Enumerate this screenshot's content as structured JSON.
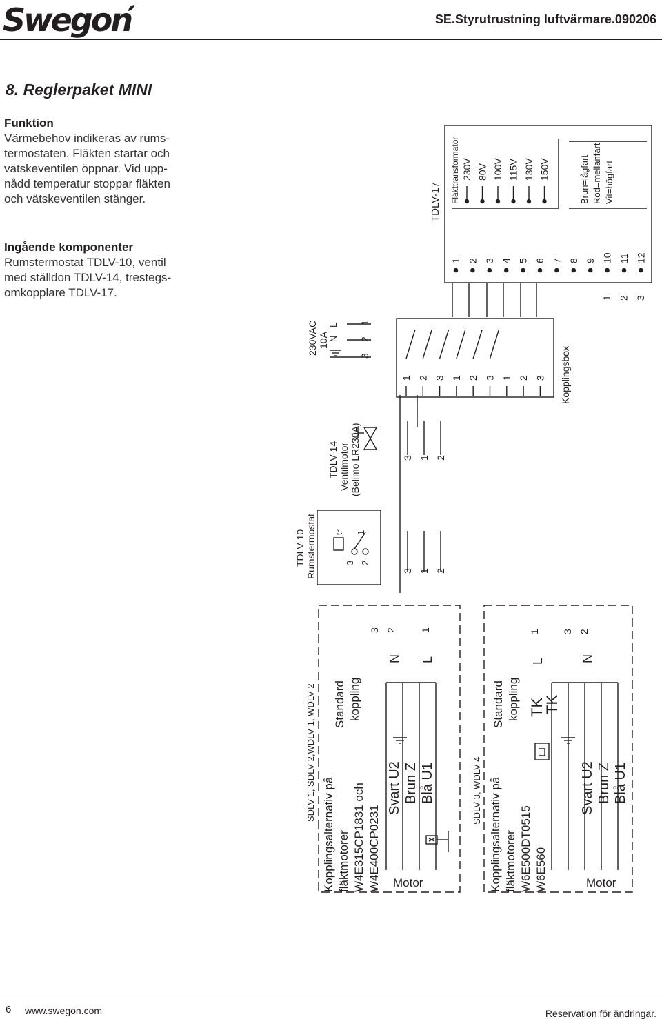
{
  "header": {
    "logo": "Swegon",
    "doc_code": "SE.Styrutrustning luftvärmare.090206"
  },
  "section": {
    "title": "8. Reglerpaket MINI"
  },
  "funktion": {
    "heading": "Funktion",
    "lines": [
      "Värmebehov indikeras av rums-",
      "termostaten. Fläkten startar och",
      "vätskeventilen öppnar. Vid upp-",
      "nådd temperatur stoppar fläkten",
      "och vätskeventilen stänger."
    ]
  },
  "ingaende": {
    "heading": "Ingående komponenter",
    "lines": [
      "Rumstermostat TDLV-10, ventil",
      "med ställdon TDLV-14, trestegs-",
      "omkopplare TDLV-17."
    ]
  },
  "diagram": {
    "tdlv17": {
      "label": "TDLV-17",
      "transformer_title": "Fläkttransformator",
      "voltages": [
        "230V",
        "80V",
        "100V",
        "115V",
        "130V",
        "150V"
      ],
      "colors_text": [
        "Brun=lågfart",
        "Röd=mellanfart",
        "Vit=högfart"
      ],
      "terminals": [
        "1",
        "2",
        "3",
        "4",
        "5",
        "6",
        "7",
        "8",
        "9",
        "10",
        "11",
        "12"
      ],
      "out_terminals": [
        "1",
        "2",
        "3"
      ]
    },
    "supply": {
      "lines": [
        "230VAC",
        "10A"
      ],
      "conductors": [
        "N",
        "L"
      ],
      "terminals": [
        "3",
        "2",
        "1"
      ]
    },
    "kopplingsbox": {
      "label": "Kopplingsbox",
      "terminals": [
        "1",
        "2",
        "3",
        "1",
        "2",
        "3",
        "1",
        "2",
        "3"
      ]
    },
    "tdlv14": {
      "lines": [
        "TDLV-14",
        "Ventilmotor",
        "(Belimo LR230A)"
      ],
      "terminals": [
        "3",
        "1",
        "2"
      ]
    },
    "tdlv10": {
      "lines": [
        "TDLV-10",
        "Rumstermostat"
      ],
      "symbol_t": "t°",
      "contacts": [
        "3",
        "2",
        "1"
      ],
      "terminals": [
        "3",
        "1",
        "2"
      ]
    },
    "group1": {
      "header": "SDLV 1, SDLV 2,WDLV 1, WDLV 2",
      "lines": [
        "Kopplingsalternativ på",
        "fläktmotorer",
        "W4E315CP1831 och",
        "W4E400CP0231"
      ],
      "standard": [
        "Standard",
        "koppling"
      ],
      "wires": [
        "Svart U2",
        "Brun Z",
        "Blå U1"
      ],
      "motor": "Motor",
      "conductors": [
        "N",
        "L"
      ],
      "terminals": [
        "3",
        "2",
        "1"
      ]
    },
    "group2": {
      "header": "SDLV 3, WDLV 4",
      "lines": [
        "Kopplingsalternativ på",
        "fläktmotorer",
        "W6E500DT0515",
        "W6E560"
      ],
      "standard": [
        "Standard",
        "koppling"
      ],
      "tk": [
        "TK",
        "TK"
      ],
      "wires": [
        "Svart U2",
        "Brun Z",
        "Blå U1"
      ],
      "motor": "Motor",
      "conductors": [
        "L",
        "N"
      ],
      "terminals": [
        "1",
        "3",
        "2"
      ]
    }
  },
  "footer": {
    "page": "6",
    "url": "www.swegon.com",
    "note": "Reservation för ändringar."
  }
}
